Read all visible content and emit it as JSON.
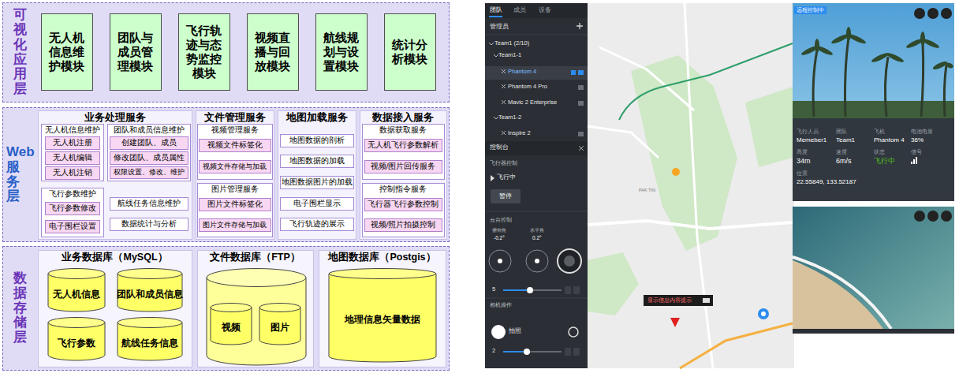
{
  "diagram": {
    "nodes": [
      {
        "text": [
          "可视化应用层"
        ]
      },
      {
        "text": [
          "无人机信息维护模块"
        ],
        "in": 0
      },
      {
        "text": [
          "团队与成员管理模块"
        ],
        "in": 0
      },
      {
        "text": [
          "飞行轨迹与态势监控模块"
        ],
        "in": 0
      },
      {
        "text": [
          "视频直播与回放模块"
        ],
        "in": 0
      },
      {
        "text": [
          "航线规划与设置模块"
        ],
        "in": 0
      },
      {
        "text": [
          "统计分析模块"
        ],
        "in": 0
      },
      {
        "text": [
          "Web服务层"
        ]
      },
      {
        "text": [
          "业务处理服务"
        ],
        "in": 7
      },
      {
        "text": [
          "无人机信息维护"
        ],
        "in": 8
      },
      {
        "text": [
          "无人机注册"
        ],
        "in": 9
      },
      {
        "text": [
          "无人机编辑"
        ],
        "in": 9
      },
      {
        "text": [
          "无人机注销"
        ],
        "in": 9
      },
      {
        "text": [
          "团队和成员信息维护"
        ],
        "in": 8
      },
      {
        "text": [
          "创建团队、成员"
        ],
        "in": 13
      },
      {
        "text": [
          "修改团队、成员属性"
        ],
        "in": 13
      },
      {
        "text": [
          "权限设置、修改、维护"
        ],
        "in": 13
      },
      {
        "text": [
          "飞行参数维护"
        ],
        "in": 8
      },
      {
        "text": [
          "飞行参数修改"
        ],
        "in": 17
      },
      {
        "text": [
          "电子围栏设置"
        ],
        "in": 17
      },
      {
        "text": [
          "航线任务信息维护"
        ],
        "in": 8
      },
      {
        "text": [
          "数据统计与分析"
        ],
        "in": 8
      },
      {
        "text": [
          "文件管理服务"
        ],
        "in": 7
      },
      {
        "text": [
          "视频管理服务"
        ],
        "in": 22
      },
      {
        "text": [
          "视频文件标签化"
        ],
        "in": 23
      },
      {
        "text": [
          "视频文件存储与加载"
        ],
        "in": 23
      },
      {
        "text": [
          "图片管理服务"
        ],
        "in": 22
      },
      {
        "text": [
          "图片文件标签化"
        ],
        "in": 26
      },
      {
        "text": [
          "图片文件存储与加载"
        ],
        "in": 26
      },
      {
        "text": [
          "地图加载服务"
        ],
        "in": 7
      },
      {
        "text": [
          "地图数据的剖析"
        ],
        "in": 29
      },
      {
        "text": [
          "地图数据的加载"
        ],
        "in": 29
      },
      {
        "text": [
          "地图数据图片的加载"
        ],
        "in": 29
      },
      {
        "text": [
          "电子围栏显示"
        ],
        "in": 29
      },
      {
        "text": [
          "飞行轨迹的展示"
        ],
        "in": 29
      },
      {
        "text": [
          "数据接入服务"
        ],
        "in": 7
      },
      {
        "text": [
          "数据获取服务"
        ],
        "in": 35
      },
      {
        "text": [
          "无人机飞行参数解析"
        ],
        "in": 36
      },
      {
        "text": [
          "视频/图片回传服务"
        ],
        "in": 36
      },
      {
        "text": [
          "控制指令服务"
        ],
        "in": 35
      },
      {
        "text": [
          "飞行器飞行参数控制"
        ],
        "in": 39
      },
      {
        "text": [
          "视频/照片拍摄控制"
        ],
        "in": 39
      },
      {
        "text": [
          "数据存储层"
        ]
      },
      {
        "text": [
          "业务数据库（MySQL）"
        ],
        "in": 42
      },
      {
        "text": [
          "无人机信息"
        ],
        "in": 43
      },
      {
        "text": [
          "团队和成员信息"
        ],
        "in": 43
      },
      {
        "text": [
          "飞行参数"
        ],
        "in": 43
      },
      {
        "text": [
          "航线任务信息"
        ],
        "in": 43
      },
      {
        "text": [
          "文件数据库（FTP）"
        ],
        "in": 42
      },
      {
        "text": [
          "视频"
        ],
        "in": 48
      },
      {
        "text": [
          "图片"
        ],
        "in": 48
      },
      {
        "text": [
          "地图数据库（Postgis）"
        ],
        "in": 42
      },
      {
        "text": [
          "地理信息矢量数据"
        ],
        "in": 51
      }
    ],
    "labels": [
      "团队",
      "成员",
      "设备",
      "管理员",
      "Team1 (2/10)",
      "Team1-1",
      "Phantom 4",
      "Phantom 4 Pro",
      "Mavic 2 Enterprise",
      "Team1-2",
      "Inspire 2",
      "控制台",
      "飞行器控制",
      "飞行中",
      "暂停",
      "云台控制",
      "俯仰角",
      "水平角",
      "-0.2°",
      "0.2°",
      "5",
      "相机操作",
      "拍照",
      "2",
      "PAK TIN",
      "显示信息内容提示",
      "远程控制中",
      "飞行人员",
      "团队",
      "飞机",
      "电池电量",
      "Memeber1",
      "Team1",
      "Phantom 4",
      "36%",
      "高度",
      "速度",
      "状态",
      "信号",
      "34m",
      "6m/s",
      "飞行中",
      "位置",
      "22.55849, 133.52187"
    ]
  }
}
